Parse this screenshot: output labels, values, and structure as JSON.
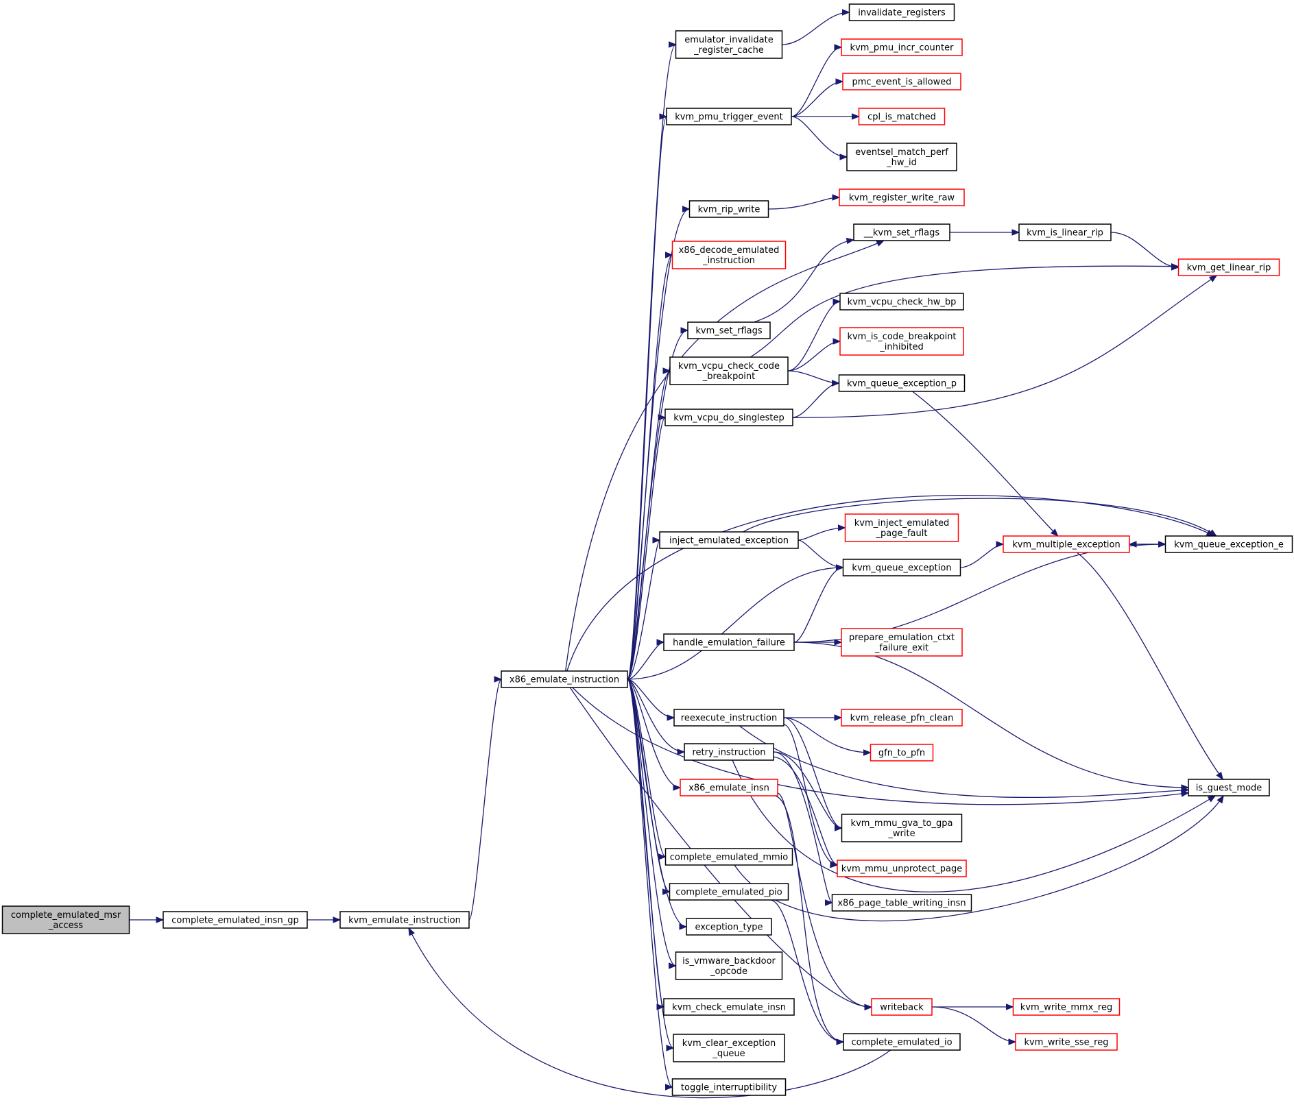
{
  "colors": {
    "edge": "#191970",
    "node_border_default": "#000000",
    "node_border_truncated": "#ff0000",
    "node_fill_default": "#ffffff",
    "node_fill_root": "#bfbfbf"
  },
  "nodes": [
    {
      "id": "complete_emulated_msr_access",
      "lines": [
        "complete_emulated_msr",
        "_access"
      ],
      "style": "root"
    },
    {
      "id": "complete_emulated_insn_gp",
      "lines": [
        "complete_emulated_insn_gp"
      ],
      "style": "normal"
    },
    {
      "id": "kvm_emulate_instruction",
      "lines": [
        "kvm_emulate_instruction"
      ],
      "style": "normal"
    },
    {
      "id": "x86_emulate_instruction",
      "lines": [
        "x86_emulate_instruction"
      ],
      "style": "normal"
    },
    {
      "id": "emulator_invalidate_register_cache",
      "lines": [
        "emulator_invalidate",
        "_register_cache"
      ],
      "style": "normal"
    },
    {
      "id": "invalidate_registers",
      "lines": [
        "invalidate_registers"
      ],
      "style": "normal"
    },
    {
      "id": "kvm_pmu_trigger_event",
      "lines": [
        "kvm_pmu_trigger_event"
      ],
      "style": "normal"
    },
    {
      "id": "kvm_pmu_incr_counter",
      "lines": [
        "kvm_pmu_incr_counter"
      ],
      "style": "truncated"
    },
    {
      "id": "pmc_event_is_allowed",
      "lines": [
        "pmc_event_is_allowed"
      ],
      "style": "truncated"
    },
    {
      "id": "cpl_is_matched",
      "lines": [
        "cpl_is_matched"
      ],
      "style": "truncated"
    },
    {
      "id": "eventsel_match_perf_hw_id",
      "lines": [
        "eventsel_match_perf",
        "_hw_id"
      ],
      "style": "normal"
    },
    {
      "id": "kvm_rip_write",
      "lines": [
        "kvm_rip_write"
      ],
      "style": "normal"
    },
    {
      "id": "kvm_register_write_raw",
      "lines": [
        "kvm_register_write_raw"
      ],
      "style": "truncated"
    },
    {
      "id": "x86_decode_emulated_instruction",
      "lines": [
        "x86_decode_emulated",
        "_instruction"
      ],
      "style": "truncated"
    },
    {
      "id": "__kvm_set_rflags",
      "lines": [
        "__kvm_set_rflags"
      ],
      "style": "normal"
    },
    {
      "id": "kvm_is_linear_rip",
      "lines": [
        "kvm_is_linear_rip"
      ],
      "style": "normal"
    },
    {
      "id": "kvm_get_linear_rip",
      "lines": [
        "kvm_get_linear_rip"
      ],
      "style": "truncated"
    },
    {
      "id": "kvm_vcpu_check_hw_bp",
      "lines": [
        "kvm_vcpu_check_hw_bp"
      ],
      "style": "normal"
    },
    {
      "id": "kvm_set_rflags",
      "lines": [
        "kvm_set_rflags"
      ],
      "style": "normal"
    },
    {
      "id": "kvm_is_code_breakpoint_inhibited",
      "lines": [
        "kvm_is_code_breakpoint",
        "_inhibited"
      ],
      "style": "truncated"
    },
    {
      "id": "kvm_vcpu_check_code_breakpoint",
      "lines": [
        "kvm_vcpu_check_code",
        "_breakpoint"
      ],
      "style": "normal"
    },
    {
      "id": "kvm_queue_exception_p",
      "lines": [
        "kvm_queue_exception_p"
      ],
      "style": "normal"
    },
    {
      "id": "kvm_vcpu_do_singlestep",
      "lines": [
        "kvm_vcpu_do_singlestep"
      ],
      "style": "normal"
    },
    {
      "id": "kvm_inject_emulated_page_fault",
      "lines": [
        "kvm_inject_emulated",
        "_page_fault"
      ],
      "style": "truncated"
    },
    {
      "id": "inject_emulated_exception",
      "lines": [
        "inject_emulated_exception"
      ],
      "style": "normal"
    },
    {
      "id": "kvm_multiple_exception",
      "lines": [
        "kvm_multiple_exception"
      ],
      "style": "truncated"
    },
    {
      "id": "kvm_queue_exception_e",
      "lines": [
        "kvm_queue_exception_e"
      ],
      "style": "normal"
    },
    {
      "id": "kvm_queue_exception",
      "lines": [
        "kvm_queue_exception"
      ],
      "style": "normal"
    },
    {
      "id": "handle_emulation_failure",
      "lines": [
        "handle_emulation_failure"
      ],
      "style": "normal"
    },
    {
      "id": "prepare_emulation_ctxt_failure_exit",
      "lines": [
        "prepare_emulation_ctxt",
        "_failure_exit"
      ],
      "style": "truncated"
    },
    {
      "id": "reexecute_instruction",
      "lines": [
        "reexecute_instruction"
      ],
      "style": "normal"
    },
    {
      "id": "kvm_release_pfn_clean",
      "lines": [
        "kvm_release_pfn_clean"
      ],
      "style": "truncated"
    },
    {
      "id": "gfn_to_pfn",
      "lines": [
        "gfn_to_pfn"
      ],
      "style": "truncated"
    },
    {
      "id": "retry_instruction",
      "lines": [
        "retry_instruction"
      ],
      "style": "normal"
    },
    {
      "id": "is_guest_mode",
      "lines": [
        "is_guest_mode"
      ],
      "style": "normal"
    },
    {
      "id": "x86_emulate_insn",
      "lines": [
        "x86_emulate_insn"
      ],
      "style": "truncated"
    },
    {
      "id": "kvm_mmu_gva_to_gpa_write",
      "lines": [
        "kvm_mmu_gva_to_gpa",
        "_write"
      ],
      "style": "normal"
    },
    {
      "id": "complete_emulated_mmio",
      "lines": [
        "complete_emulated_mmio"
      ],
      "style": "normal"
    },
    {
      "id": "kvm_mmu_unprotect_page",
      "lines": [
        "kvm_mmu_unprotect_page"
      ],
      "style": "truncated"
    },
    {
      "id": "complete_emulated_pio",
      "lines": [
        "complete_emulated_pio"
      ],
      "style": "normal"
    },
    {
      "id": "x86_page_table_writing_insn",
      "lines": [
        "x86_page_table_writing_insn"
      ],
      "style": "normal"
    },
    {
      "id": "exception_type",
      "lines": [
        "exception_type"
      ],
      "style": "normal"
    },
    {
      "id": "is_vmware_backdoor_opcode",
      "lines": [
        "is_vmware_backdoor",
        "_opcode"
      ],
      "style": "normal"
    },
    {
      "id": "kvm_check_emulate_insn",
      "lines": [
        "kvm_check_emulate_insn"
      ],
      "style": "normal"
    },
    {
      "id": "writeback",
      "lines": [
        "writeback"
      ],
      "style": "truncated"
    },
    {
      "id": "kvm_write_mmx_reg",
      "lines": [
        "kvm_write_mmx_reg"
      ],
      "style": "truncated"
    },
    {
      "id": "kvm_clear_exception_queue",
      "lines": [
        "kvm_clear_exception",
        "_queue"
      ],
      "style": "normal"
    },
    {
      "id": "complete_emulated_io",
      "lines": [
        "complete_emulated_io"
      ],
      "style": "normal"
    },
    {
      "id": "kvm_write_sse_reg",
      "lines": [
        "kvm_write_sse_reg"
      ],
      "style": "truncated"
    },
    {
      "id": "toggle_interruptibility",
      "lines": [
        "toggle_interruptibility"
      ],
      "style": "normal"
    }
  ],
  "edges": [
    {
      "from": "complete_emulated_msr_access",
      "to": "complete_emulated_insn_gp"
    },
    {
      "from": "complete_emulated_insn_gp",
      "to": "kvm_emulate_instruction"
    },
    {
      "from": "kvm_emulate_instruction",
      "to": "x86_emulate_instruction"
    },
    {
      "from": "x86_emulate_instruction",
      "to": "emulator_invalidate_register_cache"
    },
    {
      "from": "x86_emulate_instruction",
      "to": "kvm_pmu_trigger_event"
    },
    {
      "from": "x86_emulate_instruction",
      "to": "kvm_rip_write"
    },
    {
      "from": "x86_emulate_instruction",
      "to": "x86_decode_emulated_instruction"
    },
    {
      "from": "x86_emulate_instruction",
      "to": "__kvm_set_rflags"
    },
    {
      "from": "x86_emulate_instruction",
      "to": "kvm_set_rflags"
    },
    {
      "from": "x86_emulate_instruction",
      "to": "kvm_vcpu_check_code_breakpoint"
    },
    {
      "from": "x86_emulate_instruction",
      "to": "kvm_vcpu_do_singlestep"
    },
    {
      "from": "x86_emulate_instruction",
      "to": "kvm_queue_exception_e"
    },
    {
      "from": "x86_emulate_instruction",
      "to": "inject_emulated_exception"
    },
    {
      "from": "x86_emulate_instruction",
      "to": "kvm_queue_exception"
    },
    {
      "from": "x86_emulate_instruction",
      "to": "handle_emulation_failure"
    },
    {
      "from": "x86_emulate_instruction",
      "to": "reexecute_instruction"
    },
    {
      "from": "x86_emulate_instruction",
      "to": "retry_instruction"
    },
    {
      "from": "x86_emulate_instruction",
      "to": "x86_emulate_insn"
    },
    {
      "from": "x86_emulate_instruction",
      "to": "complete_emulated_mmio"
    },
    {
      "from": "x86_emulate_instruction",
      "to": "complete_emulated_pio"
    },
    {
      "from": "x86_emulate_instruction",
      "to": "exception_type"
    },
    {
      "from": "x86_emulate_instruction",
      "to": "is_vmware_backdoor_opcode"
    },
    {
      "from": "x86_emulate_instruction",
      "to": "kvm_check_emulate_insn"
    },
    {
      "from": "x86_emulate_instruction",
      "to": "kvm_clear_exception_queue"
    },
    {
      "from": "x86_emulate_instruction",
      "to": "toggle_interruptibility"
    },
    {
      "from": "x86_emulate_instruction",
      "to": "writeback"
    },
    {
      "from": "x86_emulate_instruction",
      "to": "is_guest_mode"
    },
    {
      "from": "emulator_invalidate_register_cache",
      "to": "invalidate_registers"
    },
    {
      "from": "kvm_pmu_trigger_event",
      "to": "kvm_pmu_incr_counter"
    },
    {
      "from": "kvm_pmu_trigger_event",
      "to": "pmc_event_is_allowed"
    },
    {
      "from": "kvm_pmu_trigger_event",
      "to": "cpl_is_matched"
    },
    {
      "from": "kvm_pmu_trigger_event",
      "to": "eventsel_match_perf_hw_id"
    },
    {
      "from": "kvm_rip_write",
      "to": "kvm_register_write_raw"
    },
    {
      "from": "__kvm_set_rflags",
      "to": "kvm_is_linear_rip"
    },
    {
      "from": "kvm_is_linear_rip",
      "to": "kvm_get_linear_rip"
    },
    {
      "from": "kvm_set_rflags",
      "to": "__kvm_set_rflags"
    },
    {
      "from": "kvm_vcpu_check_code_breakpoint",
      "to": "kvm_get_linear_rip"
    },
    {
      "from": "kvm_vcpu_check_code_breakpoint",
      "to": "kvm_vcpu_check_hw_bp"
    },
    {
      "from": "kvm_vcpu_check_code_breakpoint",
      "to": "kvm_is_code_breakpoint_inhibited"
    },
    {
      "from": "kvm_vcpu_check_code_breakpoint",
      "to": "kvm_queue_exception_p"
    },
    {
      "from": "kvm_vcpu_do_singlestep",
      "to": "kvm_queue_exception_p"
    },
    {
      "from": "kvm_vcpu_do_singlestep",
      "to": "kvm_get_linear_rip"
    },
    {
      "from": "kvm_queue_exception_p",
      "to": "kvm_multiple_exception"
    },
    {
      "from": "inject_emulated_exception",
      "to": "kvm_inject_emulated_page_fault"
    },
    {
      "from": "inject_emulated_exception",
      "to": "kvm_queue_exception"
    },
    {
      "from": "inject_emulated_exception",
      "to": "kvm_queue_exception_e"
    },
    {
      "from": "kvm_queue_exception",
      "to": "kvm_multiple_exception"
    },
    {
      "from": "kvm_multiple_exception",
      "to": "kvm_queue_exception_e"
    },
    {
      "from": "kvm_queue_exception_e",
      "to": "kvm_multiple_exception"
    },
    {
      "from": "kvm_multiple_exception",
      "to": "is_guest_mode"
    },
    {
      "from": "handle_emulation_failure",
      "to": "kvm_queue_exception"
    },
    {
      "from": "handle_emulation_failure",
      "to": "prepare_emulation_ctxt_failure_exit"
    },
    {
      "from": "handle_emulation_failure",
      "to": "kvm_queue_exception_e"
    },
    {
      "from": "handle_emulation_failure",
      "to": "is_guest_mode"
    },
    {
      "from": "reexecute_instruction",
      "to": "kvm_release_pfn_clean"
    },
    {
      "from": "reexecute_instruction",
      "to": "gfn_to_pfn"
    },
    {
      "from": "reexecute_instruction",
      "to": "is_guest_mode"
    },
    {
      "from": "reexecute_instruction",
      "to": "kvm_mmu_gva_to_gpa_write"
    },
    {
      "from": "reexecute_instruction",
      "to": "kvm_mmu_unprotect_page"
    },
    {
      "from": "retry_instruction",
      "to": "kvm_mmu_gva_to_gpa_write"
    },
    {
      "from": "retry_instruction",
      "to": "kvm_mmu_unprotect_page"
    },
    {
      "from": "retry_instruction",
      "to": "x86_page_table_writing_insn"
    },
    {
      "from": "retry_instruction",
      "to": "is_guest_mode"
    },
    {
      "from": "x86_emulate_insn",
      "to": "writeback"
    },
    {
      "from": "x86_emulate_insn",
      "to": "complete_emulated_io"
    },
    {
      "from": "complete_emulated_mmio",
      "to": "is_guest_mode"
    },
    {
      "from": "complete_emulated_pio",
      "to": "complete_emulated_io"
    },
    {
      "from": "writeback",
      "to": "kvm_write_mmx_reg"
    },
    {
      "from": "writeback",
      "to": "kvm_write_sse_reg"
    },
    {
      "from": "complete_emulated_io",
      "to": "kvm_emulate_instruction"
    }
  ]
}
